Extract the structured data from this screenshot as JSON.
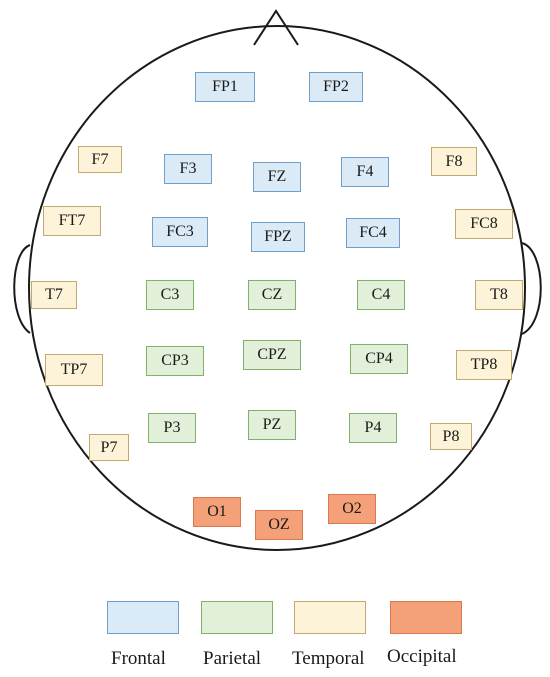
{
  "colors": {
    "frontal": {
      "fill": "#dbeaf7",
      "stroke": "#6f9fcb"
    },
    "parietal": {
      "fill": "#e2f0da",
      "stroke": "#7fb36a"
    },
    "temporal": {
      "fill": "#fdf3d8",
      "stroke": "#c3a86f"
    },
    "occipital": {
      "fill": "#f4a078",
      "stroke": "#d9784e"
    }
  },
  "electrodes": [
    {
      "label": "FP1",
      "region": "frontal"
    },
    {
      "label": "FP2",
      "region": "frontal"
    },
    {
      "label": "F7",
      "region": "temporal"
    },
    {
      "label": "F3",
      "region": "frontal"
    },
    {
      "label": "FZ",
      "region": "frontal"
    },
    {
      "label": "F4",
      "region": "frontal"
    },
    {
      "label": "F8",
      "region": "temporal"
    },
    {
      "label": "FT7",
      "region": "temporal"
    },
    {
      "label": "FC3",
      "region": "frontal"
    },
    {
      "label": "FPZ",
      "region": "frontal"
    },
    {
      "label": "FC4",
      "region": "frontal"
    },
    {
      "label": "FC8",
      "region": "temporal"
    },
    {
      "label": "T7",
      "region": "temporal"
    },
    {
      "label": "C3",
      "region": "parietal"
    },
    {
      "label": "CZ",
      "region": "parietal"
    },
    {
      "label": "C4",
      "region": "parietal"
    },
    {
      "label": "T8",
      "region": "temporal"
    },
    {
      "label": "TP7",
      "region": "temporal"
    },
    {
      "label": "CP3",
      "region": "parietal"
    },
    {
      "label": "CPZ",
      "region": "parietal"
    },
    {
      "label": "CP4",
      "region": "parietal"
    },
    {
      "label": "TP8",
      "region": "temporal"
    },
    {
      "label": "P7",
      "region": "temporal"
    },
    {
      "label": "P3",
      "region": "parietal"
    },
    {
      "label": "PZ",
      "region": "parietal"
    },
    {
      "label": "P4",
      "region": "parietal"
    },
    {
      "label": "P8",
      "region": "temporal"
    },
    {
      "label": "O1",
      "region": "occipital"
    },
    {
      "label": "OZ",
      "region": "occipital"
    },
    {
      "label": "O2",
      "region": "occipital"
    }
  ],
  "legend": [
    {
      "label": "Frontal",
      "region": "frontal"
    },
    {
      "label": "Parietal",
      "region": "parietal"
    },
    {
      "label": "Temporal",
      "region": "temporal"
    },
    {
      "label": "Occipital",
      "region": "occipital"
    }
  ]
}
